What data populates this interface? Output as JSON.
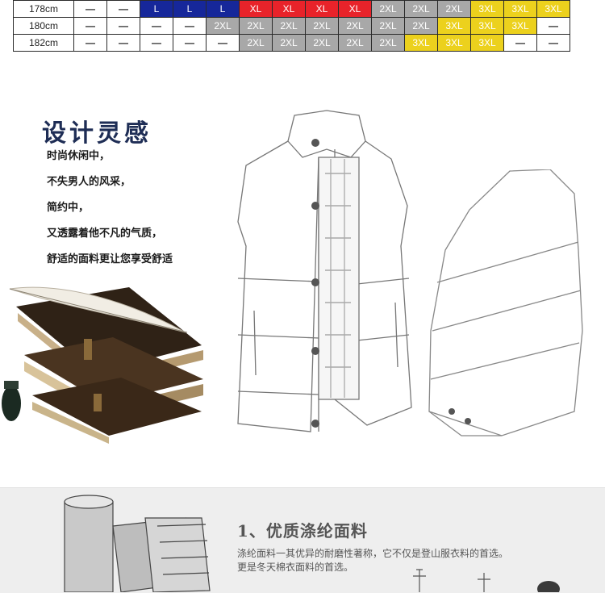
{
  "size_table": {
    "rows": [
      {
        "height": "178cm",
        "cells": [
          "—",
          "—",
          "L",
          "L",
          "L",
          "XL",
          "XL",
          "XL",
          "XL",
          "2XL",
          "2XL",
          "2XL",
          "3XL",
          "3XL",
          "3XL"
        ]
      },
      {
        "height": "180cm",
        "cells": [
          "—",
          "—",
          "—",
          "—",
          "2XL",
          "2XL",
          "2XL",
          "2XL",
          "2XL",
          "2XL",
          "2XL",
          "3XL",
          "3XL",
          "3XL",
          "—"
        ]
      },
      {
        "height": "182cm",
        "cells": [
          "—",
          "—",
          "—",
          "—",
          "—",
          "2XL",
          "2XL",
          "2XL",
          "2XL",
          "2XL",
          "3XL",
          "3XL",
          "3XL",
          "—",
          "—"
        ]
      }
    ],
    "colors": {
      "L": "#16279a",
      "XL": "#e8232a",
      "2XL": "#a8a8a8",
      "3XL": "#ecd11d"
    }
  },
  "design": {
    "title": "设计灵感",
    "lines": [
      "时尚休闲中，",
      "不失男人的风采，",
      "简约中，",
      "又透露着他不凡的气质，",
      "舒适的面料更让您享受舒适"
    ]
  },
  "feature": {
    "title": "1、优质涤纶面料",
    "description_line1": "涤纶面料一其优异的耐磨性著称，它不仅是登山服衣料的首选。",
    "description_line2": "更是冬天棉衣面料的首选。"
  }
}
